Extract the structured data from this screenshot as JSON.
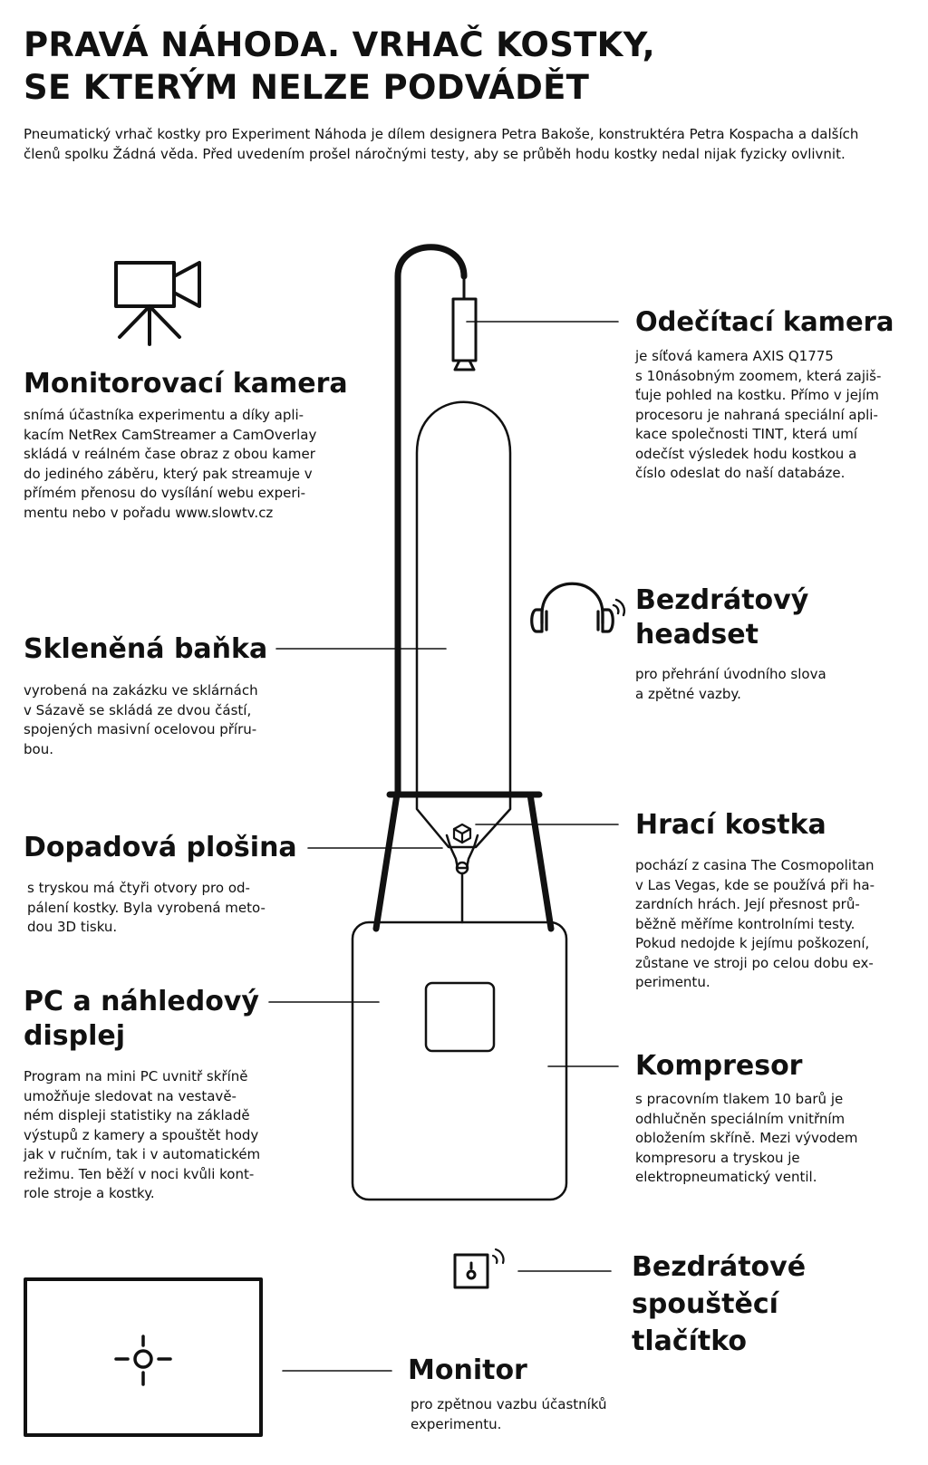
{
  "title": {
    "lines": [
      "PRAVÁ NÁHODA. VRHAČ KOSTKY,",
      "SE KTERÝM NELZE PODVÁDĚT"
    ]
  },
  "intro": {
    "lines": [
      "Pneumatický vrhač kostky pro Experiment Náhoda je dílem designera Petra Bakoše, konstruktéra Petra Kospacha a dalších",
      "členů spolku Žádná věda. Před uvedením prošel náročnými testy, aby se průběh hodu kostky nedal nijak fyzicky ovlivnit."
    ]
  },
  "monitor_camera": {
    "heading": "Monitorovací kamera",
    "lines": [
      "snímá účastníka experimentu a díky apli-",
      "kacím NetRex CamStreamer a CamOverlay",
      "skládá v reálném čase obraz z obou kamer",
      "do jediného záběru, který pak streamuje v",
      "přímém přenosu do vysílání webu experi-",
      "mentu nebo v pořadu www.slowtv.cz"
    ]
  },
  "reading_camera": {
    "heading": "Odečítací kamera",
    "lines": [
      "je síťová kamera AXIS Q1775",
      "s 10násobným zoomem, která zajiš-",
      "ťuje pohled na kostku. Přímo v jejím",
      "procesoru je nahraná speciální apli-",
      "kace společnosti TINT, která umí",
      "odečíst výsledek hodu kostkou a",
      "číslo odeslat do naší databáze."
    ]
  },
  "headset": {
    "heading_lines": [
      "Bezdrátový",
      "headset"
    ],
    "lines": [
      "pro přehrání úvodního slova",
      "a zpětné vazby."
    ]
  },
  "glass_flask": {
    "heading": "Skleněná baňka",
    "lines": [
      "vyrobená na zakázku ve sklárnách",
      "v Sázavě se skládá ze dvou částí,",
      "spojených masivní ocelovou příru-",
      "bou."
    ]
  },
  "landing_platform": {
    "heading": "Dopadová plošina",
    "lines": [
      "s tryskou má čtyři otvory pro od-",
      "pálení kostky. Byla vyrobená meto-",
      "dou 3D tisku."
    ]
  },
  "dice": {
    "heading": "Hrací kostka",
    "lines": [
      "pochází z casina The Cosmopolitan",
      "v Las Vegas, kde se používá při ha-",
      "zardních hrách. Její přesnost prů-",
      "běžně měříme kontrolními testy.",
      "Pokud nedojde k jejímu poškození,",
      "zůstane ve stroji po celou dobu ex-",
      "perimentu."
    ]
  },
  "pc_display": {
    "heading_lines": [
      "PC a náhledový",
      "displej"
    ],
    "lines": [
      "Program na mini PC uvnitř skříně",
      "umožňuje sledovat na vestavě-",
      "ném displeji statistiky na základě",
      "výstupů z kamery a spouštět hody",
      "jak v ručním, tak i v automatickém",
      "režimu. Ten běží v noci kvůli kont-",
      "role stroje a kostky."
    ]
  },
  "compressor": {
    "heading": "Kompresor",
    "lines": [
      "s pracovním tlakem 10 barů je",
      "odhlučněn speciálním vnitřním",
      "obložením skříně. Mezi vývodem",
      "kompresoru a tryskou je",
      "elektropneumatický ventil."
    ]
  },
  "wireless_button": {
    "heading_lines": [
      "Bezdrátové",
      "spouštěcí",
      "tlačítko"
    ]
  },
  "monitor": {
    "heading": "Monitor",
    "lines": [
      "pro zpětnou vazbu účastníků",
      "experimentu."
    ]
  },
  "icons": {
    "monitor_camera": "video-camera-on-tripod-icon",
    "reading_camera": "camera-icon",
    "headset": "wireless-headset-icon",
    "wireless_button": "wireless-button-icon",
    "monitor": "crosshair-icon"
  },
  "colors": {
    "ink": "#111111",
    "background": "#ffffff"
  }
}
